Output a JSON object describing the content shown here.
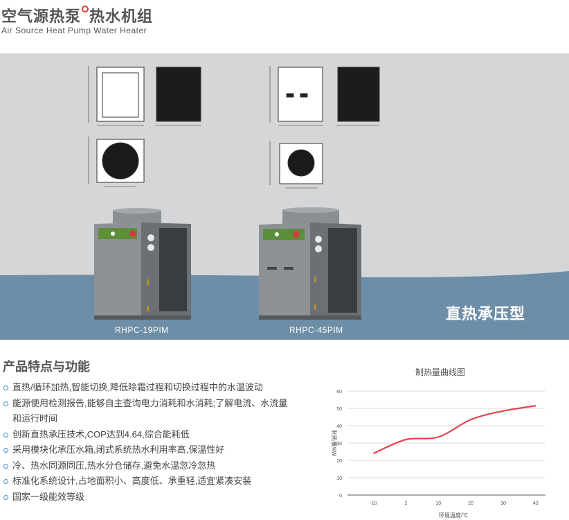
{
  "header": {
    "title_a": "空气源热泵",
    "title_b": "热水机组",
    "subtitle": "Air Source Heat Pump Water Heater"
  },
  "hero": {
    "tag": "直热承压型",
    "models": [
      "RHPC-19PIM",
      "RHPC-45PIM"
    ]
  },
  "features": {
    "title": "产品特点与功能",
    "items": [
      "直热/循环加热,智能切换,降低除霜过程和切换过程中的水温波动",
      "能源使用检测报告,能够自主查询电力消耗和水消耗;了解电流、水流量和运行时间",
      "创新直热承压技术,COP达到4.64,综合能耗低",
      "采用模块化承压水箱,闭式系统热水利用率高,保温性好",
      "冷、热水同源同压,热水分仓储存,避免水温忽冷忽热",
      "标准化系统设计,占地面积小、高度低、承重轻,适宜紧凑安装",
      "国家一级能效等级"
    ]
  },
  "colors": {
    "band": "#6d8ea6",
    "hero_bg": "#d4d6d8",
    "line": "#e0464c",
    "bullet": "#3a8ed6"
  },
  "chart_data": {
    "type": "line",
    "title": "制热量曲线图",
    "xlabel": "环境温度/℃",
    "ylabel": "制热量/kW",
    "categories": [
      "-10",
      "2",
      "10",
      "20",
      "30",
      "43"
    ],
    "x": [
      -10,
      2,
      10,
      20,
      30,
      43
    ],
    "series": [
      {
        "values": [
          24,
          32,
          33.5,
          43.5,
          48.5,
          51.5
        ]
      }
    ],
    "yticks": [
      0,
      10,
      20,
      30,
      40,
      50,
      60
    ],
    "ylim": [
      0,
      60
    ],
    "grid": true
  }
}
